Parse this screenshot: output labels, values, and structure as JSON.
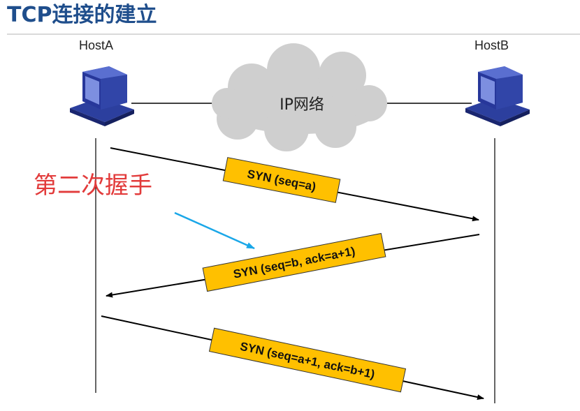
{
  "title": "TCP连接的建立",
  "hosts": {
    "a": "HostA",
    "b": "HostB"
  },
  "network_label": "IP网络",
  "annotation": "第二次握手",
  "messages": [
    {
      "text": "SYN (seq=a)"
    },
    {
      "text": "SYN (seq=b, ack=a+1)"
    },
    {
      "text": "SYN (seq=a+1, ack=b+1)"
    }
  ],
  "colors": {
    "title": "#1f4e8c",
    "annotation": "#e23b3b",
    "label_box": "#ffc000",
    "arrow_hint": "#1aa7e8",
    "cloud": "#cfcfcf"
  },
  "icons": [
    "computer-icon",
    "cloud-icon"
  ]
}
